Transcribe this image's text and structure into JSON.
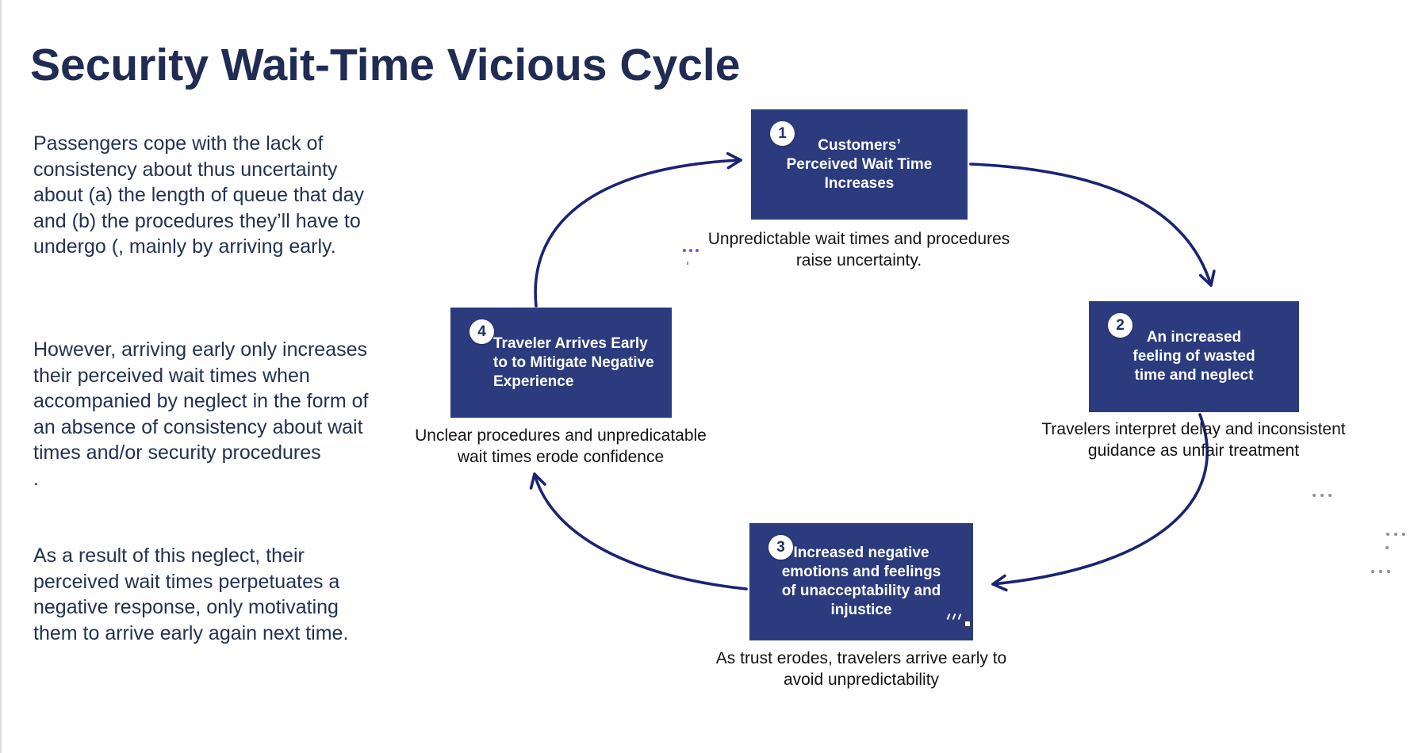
{
  "page": {
    "title": "Security Wait-Time Vicious Cycle"
  },
  "intro_paragraphs": [
    {
      "text": "Passengers cope with the lack of\nconsistency about thus uncertainty\nabout (a) the length of queue that day\nand (b) the procedures they’ll have to\nundergo (, mainly by arriving early."
    },
    {
      "text": "However, arriving early only increases\ntheir perceived wait times when\naccompanied by neglect in the form of\nan absence of consistency about wait\ntimes and/or security procedures\n."
    },
    {
      "text": "As a result of this neglect, their\nperceived wait times perpetuates a\nnegative response, only  motivating\nthem to arrive early again next time."
    }
  ],
  "cycle": {
    "steps": [
      {
        "number": "1",
        "label": "Customers’\nPerceived Wait Time\nIncreases",
        "caption": "Unpredictable wait times and procedures\nraise uncertainty."
      },
      {
        "number": "2",
        "label": "An increased\nfeeling of wasted\ntime and neglect",
        "caption": "Travelers interpret delay and inconsistent\nguidance as unfair treatment"
      },
      {
        "number": "3",
        "label": "Increased negative\nemotions and feelings\nof unacceptability and\ninjustice",
        "caption": "As trust erodes, travelers arrive early to\navoid unpredictability"
      },
      {
        "number": "4",
        "label": "Traveler Arrives Early\nto to Mitigate Negative\nExperience",
        "caption": "Unclear procedures and unpredicatable\nwait times erode confidence"
      }
    ]
  },
  "colors": {
    "box-fill": "#2B3B7D",
    "box-text": "#FFFFFF",
    "badge-bg": "#FFFFFF",
    "badge-text": "#20306B",
    "arrow": "#1A2473",
    "title-text": "#202C54",
    "body-text": "#233250",
    "caption-text": "#141414",
    "artifact-purple": "#7B4DE8",
    "artifact-gray": "#8F8F8F"
  }
}
